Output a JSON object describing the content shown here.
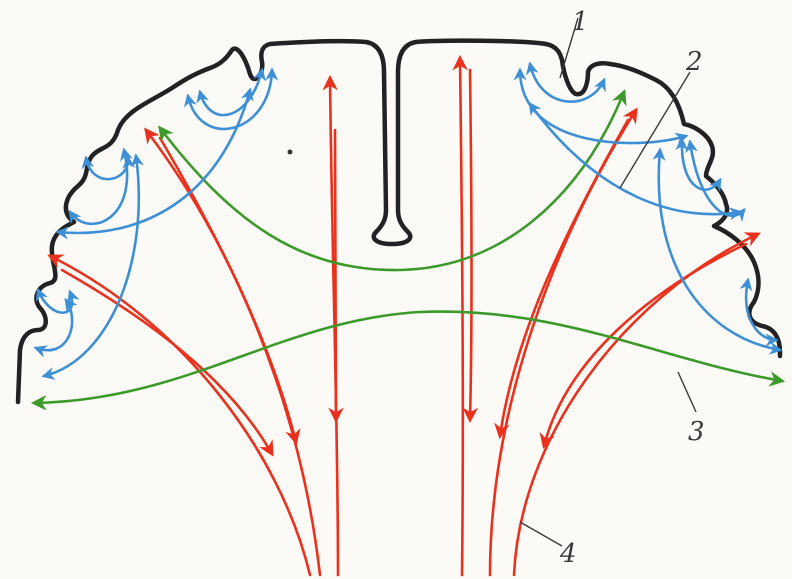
{
  "colors": {
    "background": "#fbfaf6",
    "outline": "#222222",
    "association_fibers": "#3d8fd6",
    "commissural_fibers": "#3c9a2a",
    "projection_fibers": "#e8321e"
  },
  "labels": [
    {
      "id": "1",
      "text": "1"
    },
    {
      "id": "2",
      "text": "2"
    },
    {
      "id": "3",
      "text": "3"
    },
    {
      "id": "4",
      "text": "4"
    }
  ]
}
